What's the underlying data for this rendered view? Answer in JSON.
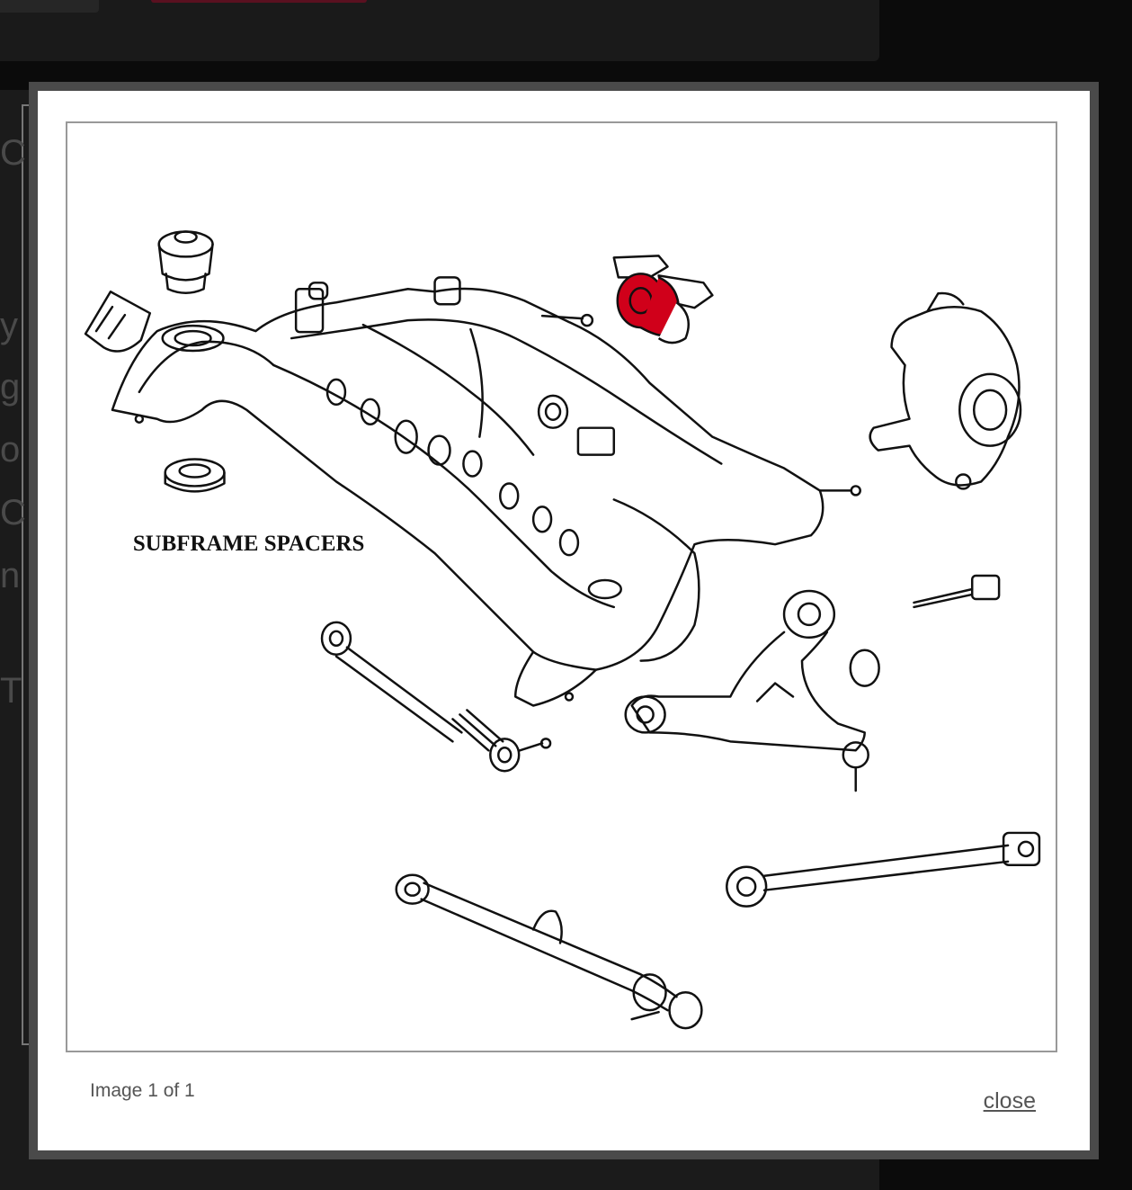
{
  "lightbox": {
    "image_label": "SUBFRAME SPACERS",
    "counter": "Image 1 of 1",
    "close_label": "close",
    "highlight_color": "#d0001a"
  },
  "background": {
    "side_letters": [
      "C",
      "y",
      "g",
      "o",
      "C",
      "n",
      "T"
    ]
  }
}
